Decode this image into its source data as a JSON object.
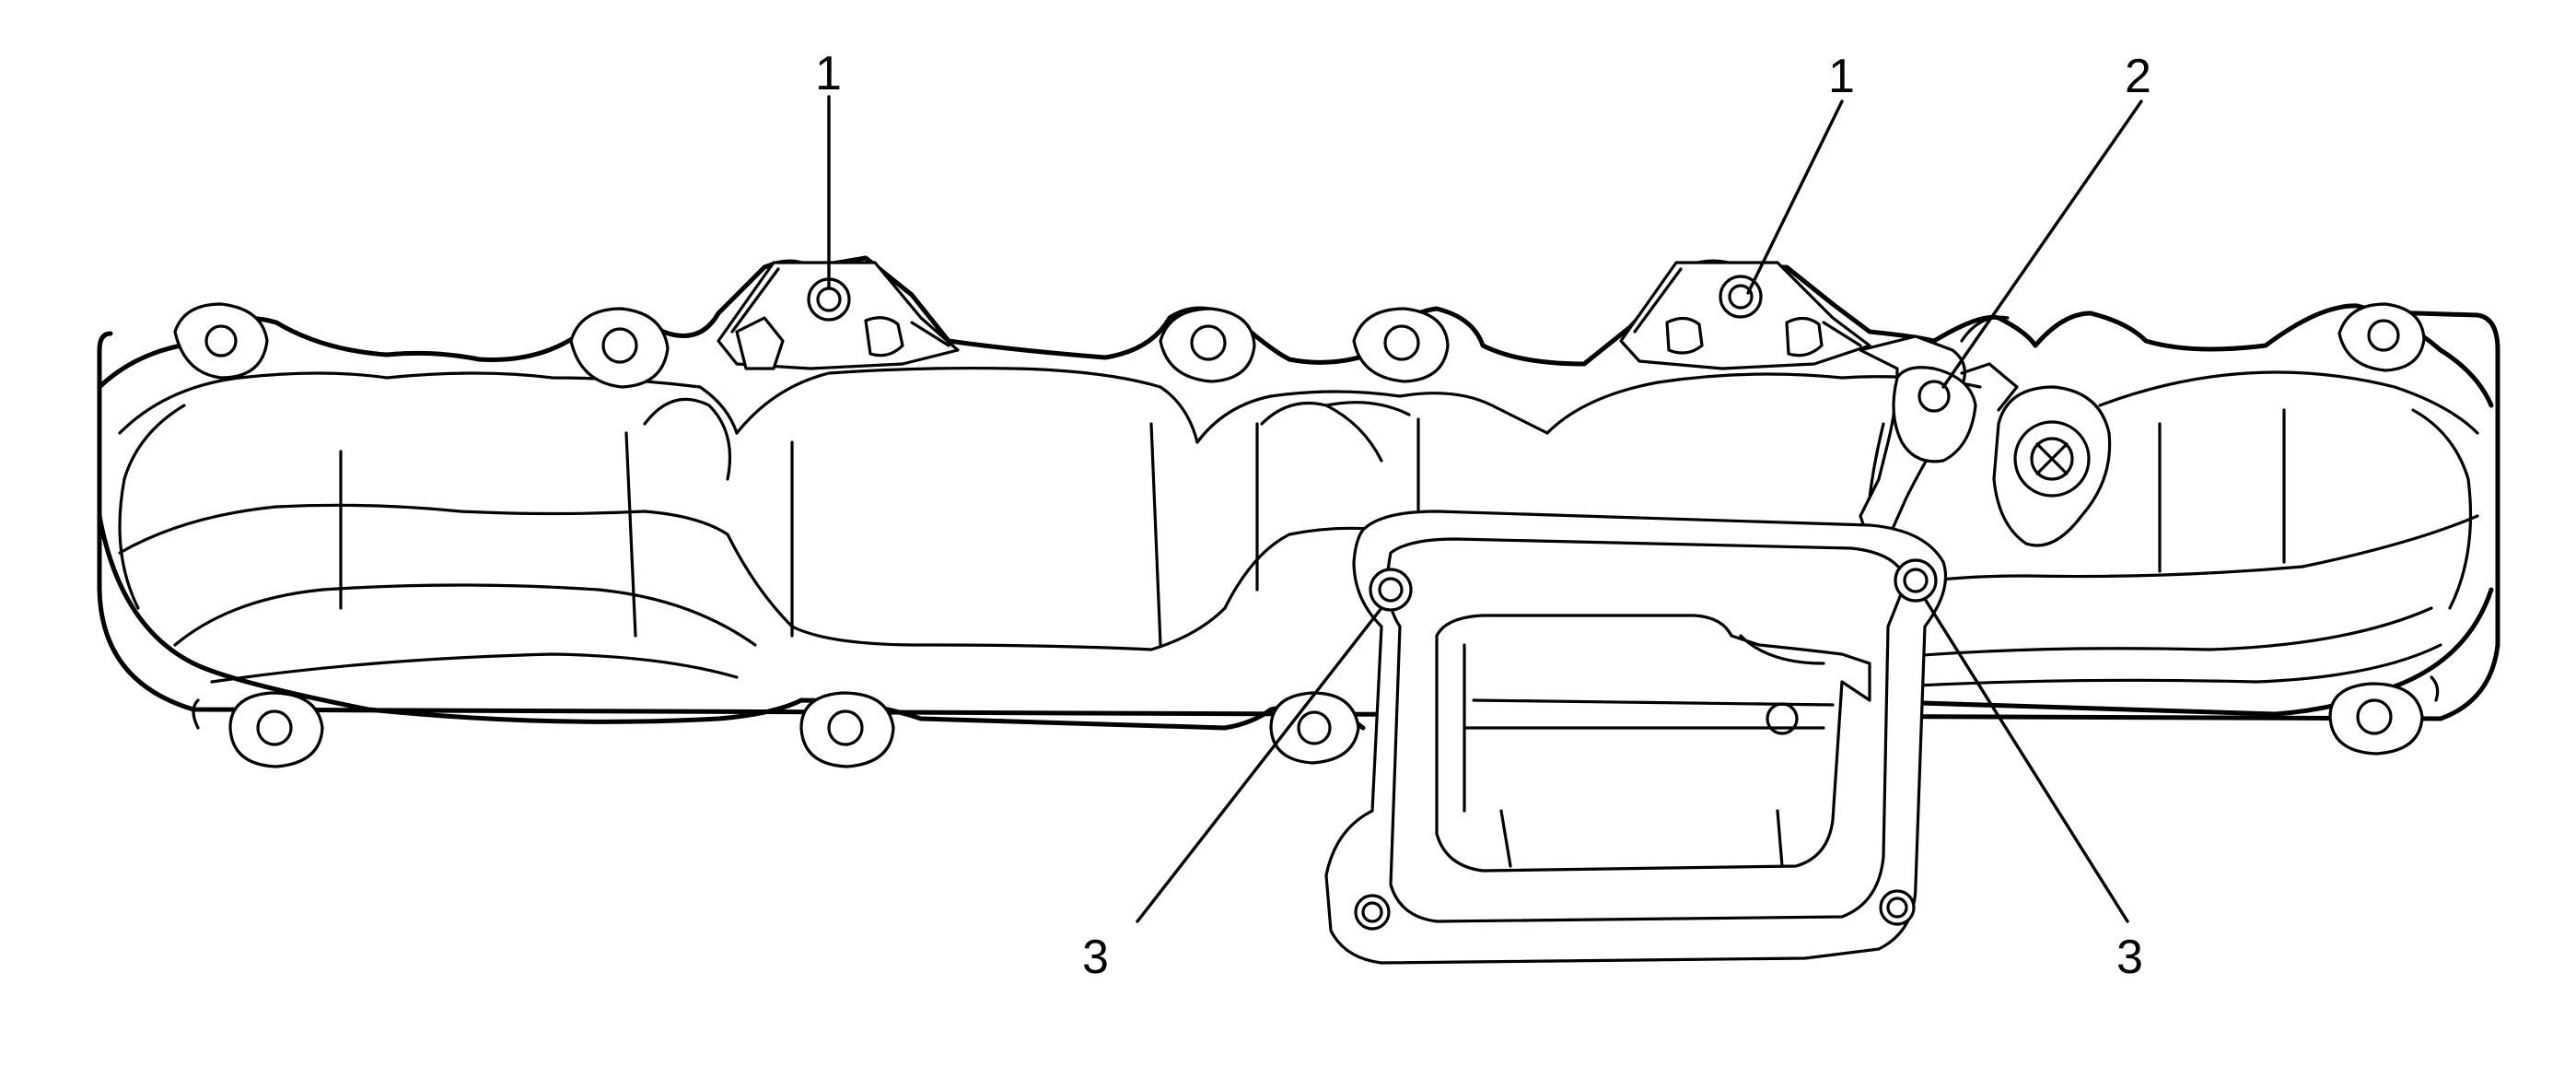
{
  "diagram": {
    "callouts": [
      {
        "id": "c1a",
        "text": "1"
      },
      {
        "id": "c1b",
        "text": "1"
      },
      {
        "id": "c2",
        "text": "2"
      },
      {
        "id": "c3a",
        "text": "3"
      },
      {
        "id": "c3b",
        "text": "3"
      }
    ]
  }
}
